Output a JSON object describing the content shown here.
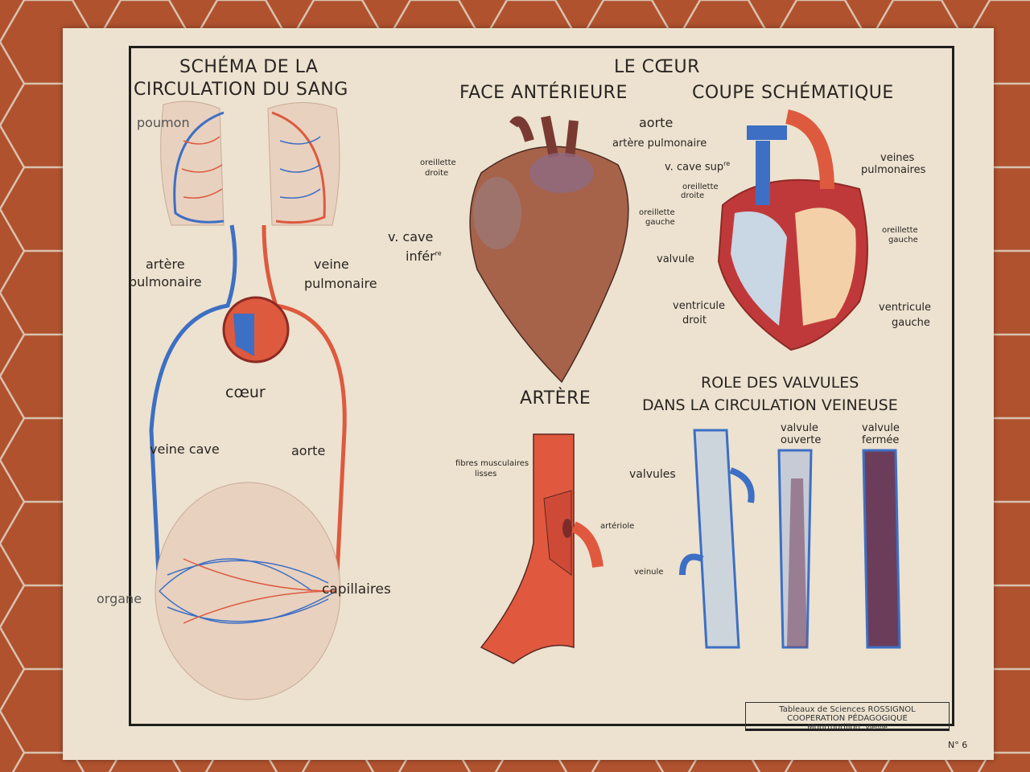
{
  "left_panel": {
    "title_line1": "SCHÉMA DE LA",
    "title_line2": "CIRCULATION DU SANG",
    "labels": {
      "poumon": "poumon",
      "artere_pulmonaire_1": "artère",
      "artere_pulmonaire_2": "pulmonaire",
      "veine_pulmonaire_1": "veine",
      "veine_pulmonaire_2": "pulmonaire",
      "coeur": "cœur",
      "veine_cave": "veine cave",
      "aorte": "aorte",
      "organe": "organe",
      "capillaires": "capillaires"
    }
  },
  "heart_panel": {
    "title": "LE CŒUR",
    "subtitle_left": "FACE ANTÉRIEURE",
    "subtitle_right": "COUPE SCHÉMATIQUE",
    "anterior_labels": {
      "aorte": "aorte",
      "artere_pulmonaire": "artère pulmonaire",
      "oreillette_droite_1": "oreillette",
      "oreillette_droite_2": "droite",
      "oreillette_gauche_1": "oreillette",
      "oreillette_gauche_2": "gauche",
      "v_cave_1": "v. cave",
      "v_cave_2": "infér",
      "v_cave_sup": "re"
    },
    "section_labels": {
      "v_cave_sup": "v. cave sup",
      "v_cave_sup_sup": "re",
      "veines_1": "veines",
      "veines_2": "pulmonaires",
      "oreillette_droite_1": "oreillette",
      "oreillette_droite_2": "droite",
      "oreillette_gauche_1": "oreillette",
      "oreillette_gauche_2": "gauche",
      "valvule": "valvule",
      "ventricule_droit_1": "ventricule",
      "ventricule_droit_2": "droit",
      "ventricule_gauche_1": "ventricule",
      "ventricule_gauche_2": "gauche"
    }
  },
  "artery_panel": {
    "title": "ARTÈRE",
    "fibres_1": "fibres musculaires",
    "fibres_2": "lisses",
    "arteriole": "artériole"
  },
  "valves_panel": {
    "title_line1": "ROLE DES VALVULES",
    "title_line2": "DANS LA CIRCULATION VEINEUSE",
    "valvules": "valvules",
    "veinule": "veinule",
    "open_1": "valvule",
    "open_2": "ouverte",
    "closed_1": "valvule",
    "closed_2": "fermée"
  },
  "credit": {
    "line1": "Tableaux de Sciences ROSSIGNOL",
    "line2": "COOPERATION PÉDAGOGIQUE  Montmorillon",
    "line3": "Vienne",
    "number": "N° 6"
  },
  "colors": {
    "red": "#dd5a3e",
    "blue": "#3d6fc4",
    "paper": "#ece2cf",
    "tile": "#b0522e"
  }
}
